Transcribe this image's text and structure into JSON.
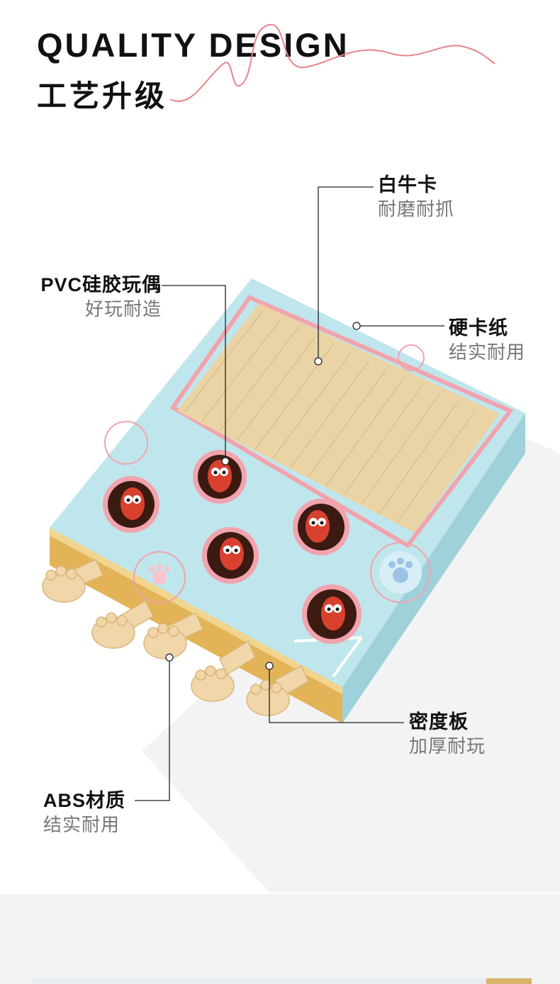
{
  "header": {
    "title_en": "QUALITY DESIGN",
    "title_cn": "工艺升级"
  },
  "colors": {
    "accent_line": "#e8848c",
    "board_blue": "#bfe6ec",
    "board_pink": "#f2a3ad",
    "cardboard": "#e9d3a7",
    "edge_gold": "#e2b457",
    "paw": "#f0d6a8",
    "doll_red": "#d9412f"
  },
  "callouts": [
    {
      "id": "white-card",
      "title": "白牛卡",
      "subtitle": "耐磨耐抓"
    },
    {
      "id": "pvc-doll",
      "title": "PVC硅胶玩偶",
      "subtitle": "好玩耐造"
    },
    {
      "id": "hard-card",
      "title": "硬卡纸",
      "subtitle": "结实耐用"
    },
    {
      "id": "density-board",
      "title": "密度板",
      "subtitle": "加厚耐玩"
    },
    {
      "id": "abs-material",
      "title": "ABS材质",
      "subtitle": "结实耐用"
    }
  ]
}
